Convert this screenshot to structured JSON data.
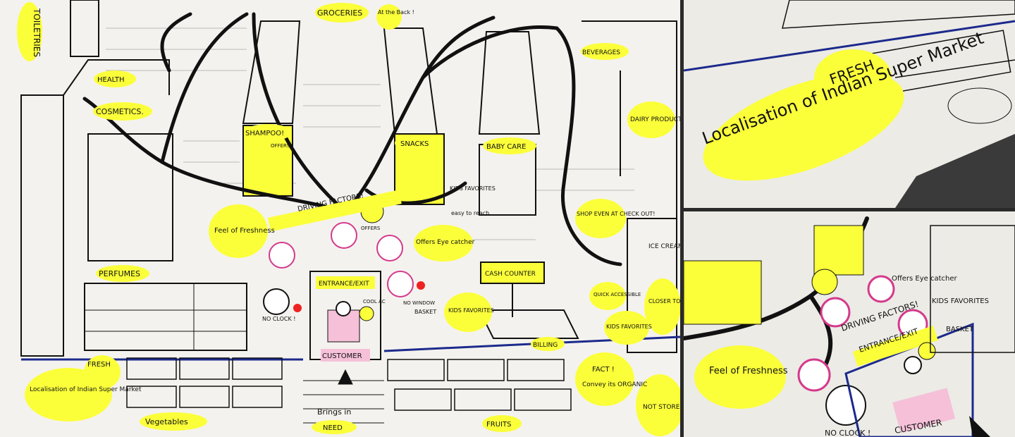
{
  "labels": {
    "toiletries": "TOILETRIES",
    "health": "HEALTH",
    "cosmetics": "COSMETICS.",
    "perfumes": "PERFUMES",
    "groceries": "GROCERIES",
    "at_back": "At the Back !",
    "beverages": "BEVERAGES",
    "dairy": "DAIRY PRODUCTS",
    "shampoo": "SHAMPOO!",
    "snacks": "SNACKS",
    "baby_care": "BABY CARE",
    "offers": "OFFERS",
    "driving_factors": "DRIVING FACTORS!",
    "kids_favorites": "KIDS FAVORITES",
    "easy_reach": "easy to reach",
    "feel_freshness": "Feel of Freshness",
    "offers_eye_catcher": "Offers Eye catcher",
    "shop_even": "SHOP EVEN AT CHECK OUT!",
    "ice_cream": "ICE CREAM",
    "entrance_exit": "ENTRANCE/EXIT",
    "cool_ac": "COOL AC",
    "customer": "CUSTOMER",
    "no_clock": "NO CLOCK !",
    "no_window": "NO WINDOW",
    "basket": "BASKET",
    "cash_counter": "CASH COUNTER",
    "quick_accessible": "QUICK ACCESSIBLE",
    "closer_counter": "CLOSER TO COUNTER",
    "billing": "BILLING",
    "localisation": "Localisation of Indian Super Market",
    "fresh": "FRESH",
    "vegetables": "Vegetables",
    "brings_in": "Brings in",
    "need": "NEED",
    "fruits": "FRUITS",
    "fact": "FACT !",
    "convey": "Convey its ORGANIC",
    "not_stored": "NOT STORED"
  },
  "colors": {
    "highlighter": "#fbff3a",
    "pink": "#f5c0d8",
    "ink": "#111111",
    "floor_line": "#1c2a8c",
    "paper": "#f4f2ee"
  }
}
